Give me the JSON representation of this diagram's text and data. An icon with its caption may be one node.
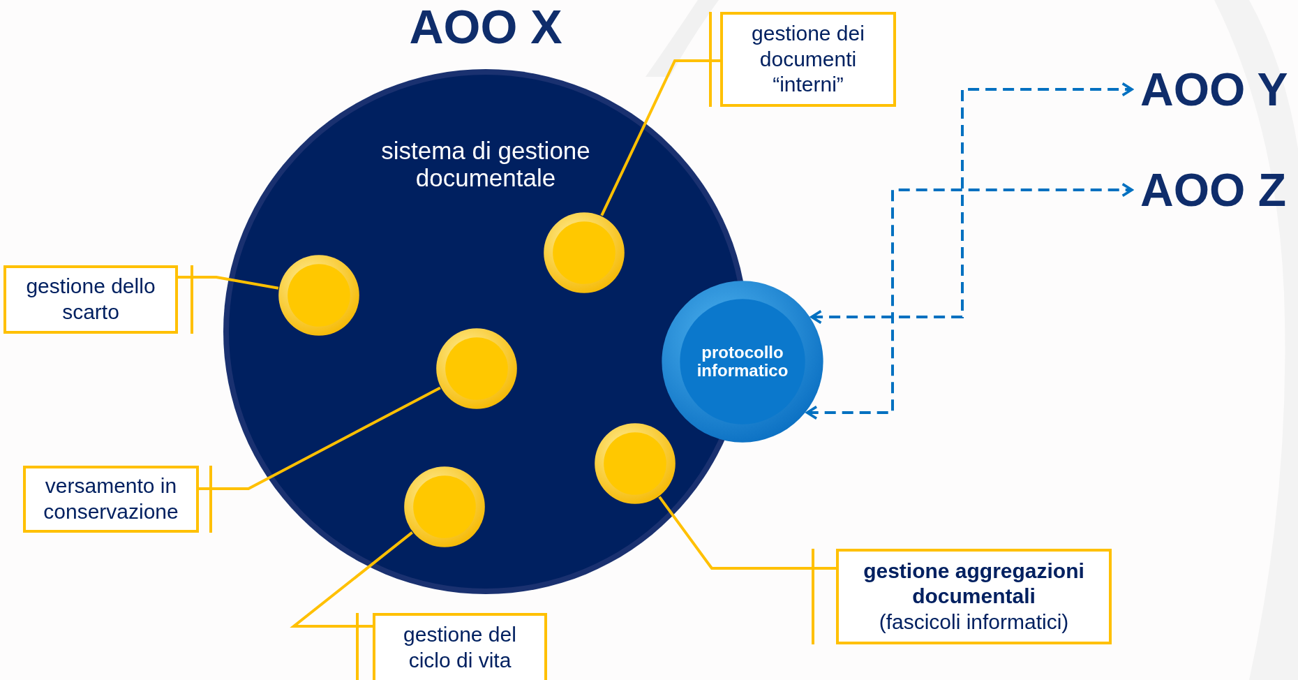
{
  "diagram": {
    "nodes": [
      {
        "text": [
          "AOO X",
          "sistema di gestione documentale"
        ]
      },
      {
        "text": [],
        "shape": "circle",
        "in": 0
      },
      {
        "text": [],
        "shape": "circle",
        "in": 0
      },
      {
        "text": [],
        "shape": "circle",
        "in": 0
      },
      {
        "text": [],
        "shape": "circle",
        "in": 0
      },
      {
        "text": [],
        "shape": "circle",
        "in": 0
      },
      {
        "text": [
          "protocollo informatico"
        ]
      },
      {
        "text": [
          "gestione dei documenti “interni”"
        ]
      },
      {
        "text": [
          "gestione dello scarto"
        ]
      },
      {
        "text": [
          "versamento in conservazione"
        ]
      },
      {
        "text": [
          "gestione aggregazioni documentali",
          "(fascicoli informatici)"
        ]
      },
      {
        "text": [
          "gestione del ciclo di vita"
        ]
      },
      {
        "text": [
          "AOO Y"
        ]
      },
      {
        "text": [
          "AOO Z"
        ]
      }
    ],
    "edges": [
      {
        "from": 7,
        "to": 1,
        "arrow": "none"
      },
      {
        "from": 8,
        "to": 2,
        "arrow": "none"
      },
      {
        "from": 9,
        "to": 3,
        "arrow": "none"
      },
      {
        "from": 10,
        "to": 4,
        "arrow": "none"
      },
      {
        "from": 11,
        "to": 5,
        "arrow": "none"
      },
      {
        "from": 6,
        "to": 12,
        "arrow": "both",
        "style": "dashed",
        "color": "#0070c0"
      },
      {
        "from": 6,
        "to": 13,
        "arrow": "both",
        "style": "dashed",
        "color": "#0070c0"
      }
    ]
  }
}
